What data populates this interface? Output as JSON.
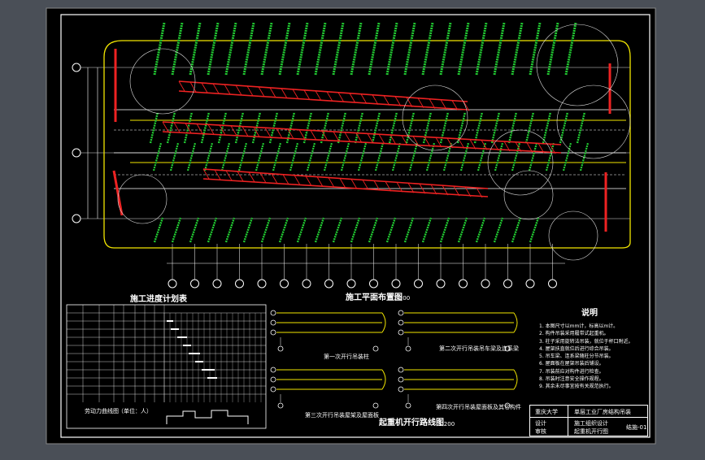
{
  "drawing": {
    "schedule_title": "施工进度计划表",
    "schedule_footer_left": "劳动力曲线图",
    "schedule_footer_right": "（单位：人）",
    "plan_title": "施工平面布置图",
    "plan_scale": "1:200",
    "route_title": "起重机开行路线图",
    "route_scale": "1:200",
    "notes_title": "说明",
    "notes": [
      "1. 本图尺寸以mm计，标高以m计。",
      "2. 构件吊装采用履带式起重机。",
      "3. 柱子采用旋转法吊装，就位于杯口附近。",
      "4. 屋架扶直就位后进行综合吊装。",
      "5. 吊车梁、连系梁随柱分节吊装。",
      "6. 屋面板在屋架吊装后铺设。",
      "7. 吊装前应对构件进行检查。",
      "8. 吊装时注意安全操作规程。",
      "9. 其余未尽事宜按有关规范执行。"
    ],
    "route_labels": [
      "第一次开行吊装柱",
      "第二次开行吊装吊车梁及连系梁",
      "第三次开行吊装屋架及屋面板",
      "第四次开行吊装屋面板及其它构件"
    ],
    "title_block": {
      "school": "重庆大学",
      "project": "单层工业厂房结构吊装",
      "rows": [
        {
          "k": "设计",
          "v": "施工组织设计"
        },
        {
          "k": "审核",
          "v": "起重机开行图"
        }
      ],
      "drawing_no": "结施-01"
    }
  },
  "colors": {
    "background": "#000000",
    "frame": "#ffffff",
    "columns": "#22cc33",
    "trusses": "#ee2222",
    "route": "#f2e600",
    "axis": "#ffffff"
  }
}
